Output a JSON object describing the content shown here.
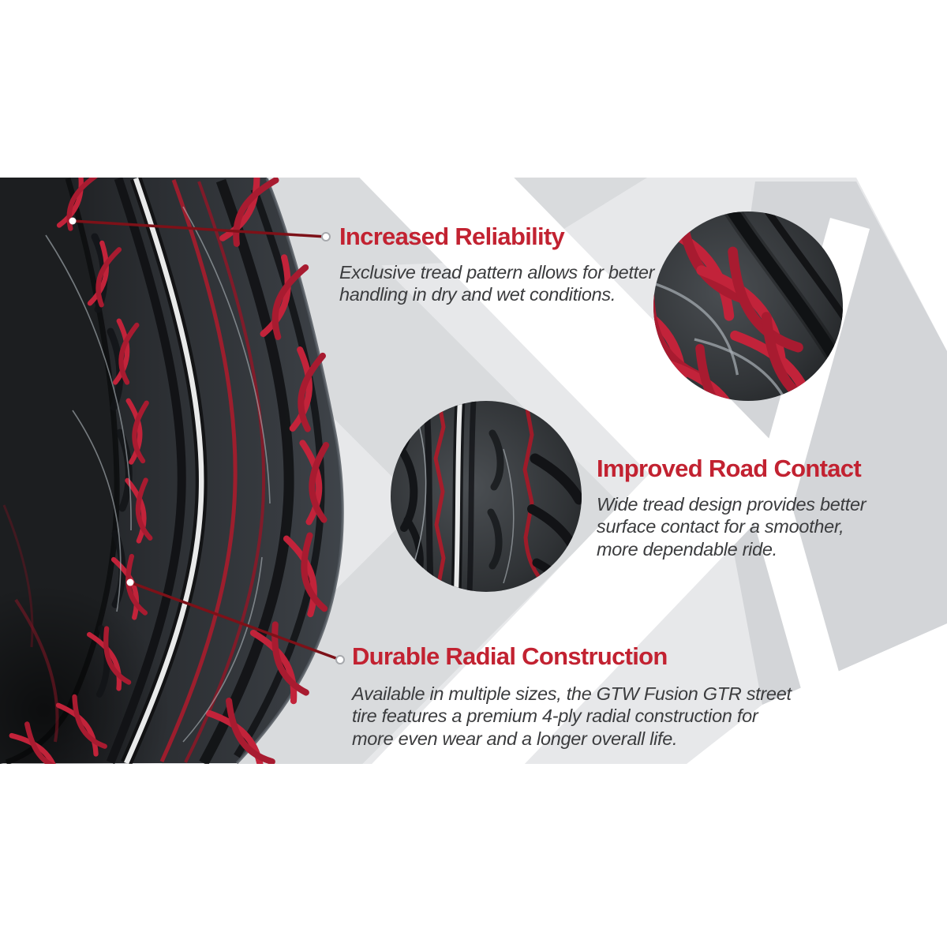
{
  "colors": {
    "page_background": "#ffffff",
    "band_base_gray": "#e7e8ea",
    "chevron_gray": "#d9dbdd",
    "chevron_dark_gray": "#d3d5d8",
    "accent_red": "#c22231",
    "leader_line_maroon": "#7d1118",
    "tire_body_black": "#26292c",
    "tread_accent_red": "#c2233a",
    "stripe_white": "#e9eaea",
    "body_text_gray": "#3b3c3e"
  },
  "icons": [
    {
      "name": "leader-dot",
      "shape": "small filled white circle on tire"
    },
    {
      "name": "leader-ring",
      "shape": "small open white circle with gray ring beside title"
    },
    {
      "name": "tire-photo",
      "shape": "street tire with red tread accents, white sidewall stripe"
    },
    {
      "name": "tread-inset-circle",
      "shape": "circular zoomed close-up of tire tread"
    }
  ],
  "callouts": [
    {
      "title": "Increased Reliability",
      "body": "Exclusive tread pattern allows for better\nhandling in dry and wet conditions."
    },
    {
      "title": "Improved Road Contact",
      "body": "Wide tread design provides better\nsurface contact for a smoother,\nmore dependable ride."
    },
    {
      "title": "Durable Radial Construction",
      "body": "Available in multiple sizes, the GTW Fusion GTR street\ntire features a premium 4-ply radial construction for\nmore even wear and a longer overall life."
    }
  ]
}
